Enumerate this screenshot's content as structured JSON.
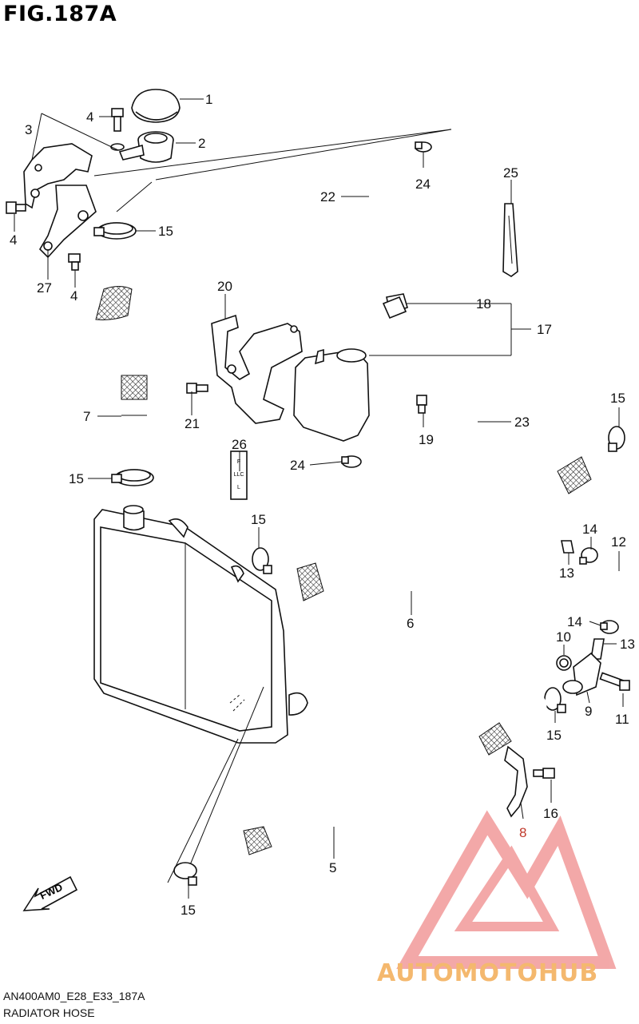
{
  "figure": {
    "title": "FIG.187A",
    "code": "AN400AM0_E28_E33_187A",
    "name": "RADIATOR HOSE"
  },
  "fwd_label": "FWD",
  "label_card": [
    "F",
    "LLC",
    "L"
  ],
  "watermark": {
    "text": "AUTOMOTOHUB",
    "auto_color": "#f4a6a6",
    "moto_color": "#f4b86e",
    "hub_color": "#555555"
  },
  "callouts": [
    "1",
    "2",
    "3",
    "4",
    "4",
    "4",
    "15",
    "27",
    "7",
    "15",
    "20",
    "21",
    "26",
    "22",
    "24",
    "25",
    "18",
    "17",
    "19",
    "23",
    "24",
    "15",
    "15",
    "6",
    "14",
    "12",
    "13",
    "14",
    "10",
    "13",
    "9",
    "11",
    "15",
    "16",
    "8",
    "5",
    "15"
  ]
}
